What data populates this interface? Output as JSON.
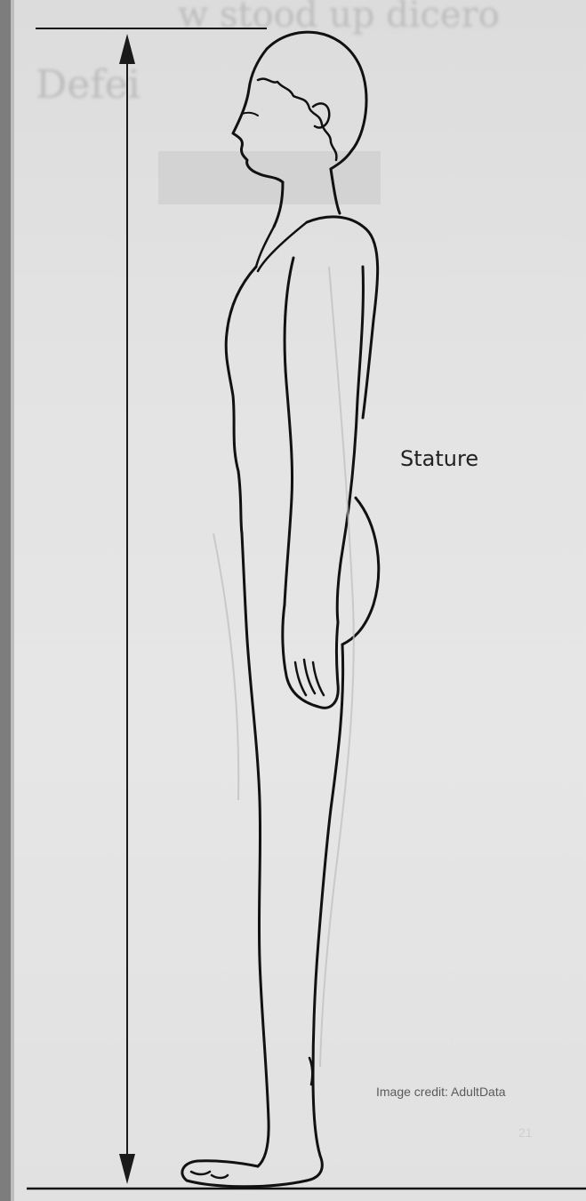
{
  "figure": {
    "measurement_label": "Stature",
    "image_credit": "Image credit: AdultData",
    "page_number": "21"
  },
  "colors": {
    "ink": "#111111",
    "paper": "#e3e3e3",
    "arrow": "#1a1a1a"
  },
  "icons": {
    "dimension_arrow": "double-headed-vertical-arrow",
    "figure": "standing-human-profile"
  }
}
